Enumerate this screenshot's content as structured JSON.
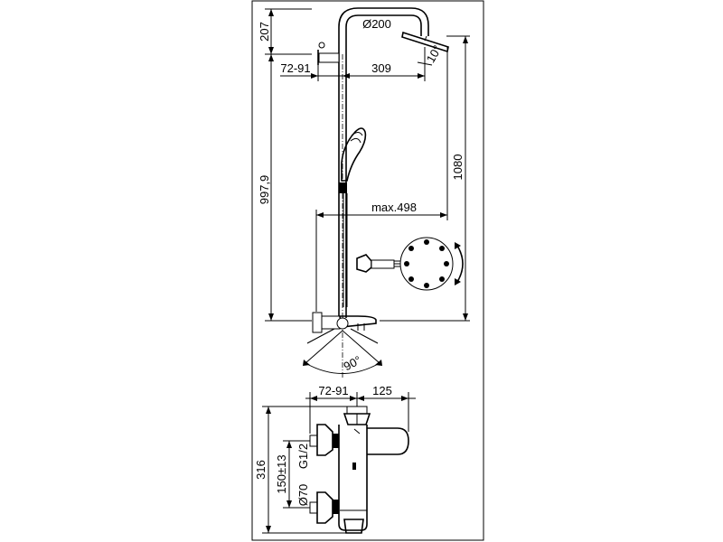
{
  "drawing": {
    "frame_color": "#000000",
    "background": "#ffffff",
    "upper_dimensions": {
      "height_top": "207",
      "total_height": "997,9",
      "wall_offset": "72-91",
      "arm_reach": "309",
      "head_diameter": "Ø200",
      "head_tilt": "10°",
      "head_height": "1080",
      "max_reach": "max.498",
      "swivel_angle": "90°"
    },
    "lower_dimensions": {
      "wall_offset": "72-91",
      "spout_length": "125",
      "total_height": "316",
      "inlet_spacing": "150±13",
      "thread": "G1/2",
      "rosette_diameter": "Ø70"
    }
  }
}
